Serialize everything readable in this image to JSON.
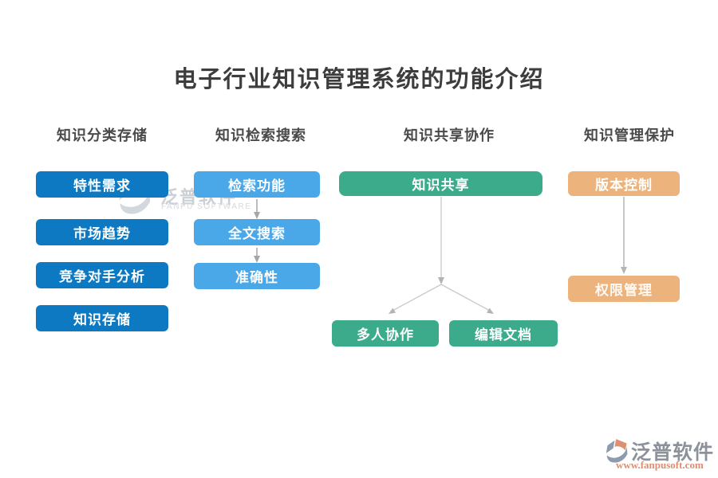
{
  "title": "电子行业知识管理系统的功能介绍",
  "columns": [
    {
      "header": "知识分类存储",
      "color": "#0d79c2",
      "items": [
        "特性需求",
        "市场趋势",
        "竞争对手分析",
        "知识存储"
      ]
    },
    {
      "header": "知识检索搜索",
      "color": "#4aa8e8",
      "items": [
        "检索功能",
        "全文搜索",
        "准确性"
      ]
    },
    {
      "header": "知识共享协作",
      "color": "#3cab8c",
      "items": [
        "知识共享",
        "多人协作",
        "编辑文档"
      ]
    },
    {
      "header": "知识管理保护",
      "color": "#edb37d",
      "items": [
        "版本控制",
        "权限管理"
      ]
    }
  ],
  "watermark": {
    "brand": "泛普软件",
    "subtitle": "FANPU SOFTWARE"
  },
  "brand_footer": {
    "name": "泛普软件",
    "website": "www.fanpusoft.com"
  },
  "connector_color": "#b0b0b0",
  "connector_color_light": "#c9c9c9"
}
